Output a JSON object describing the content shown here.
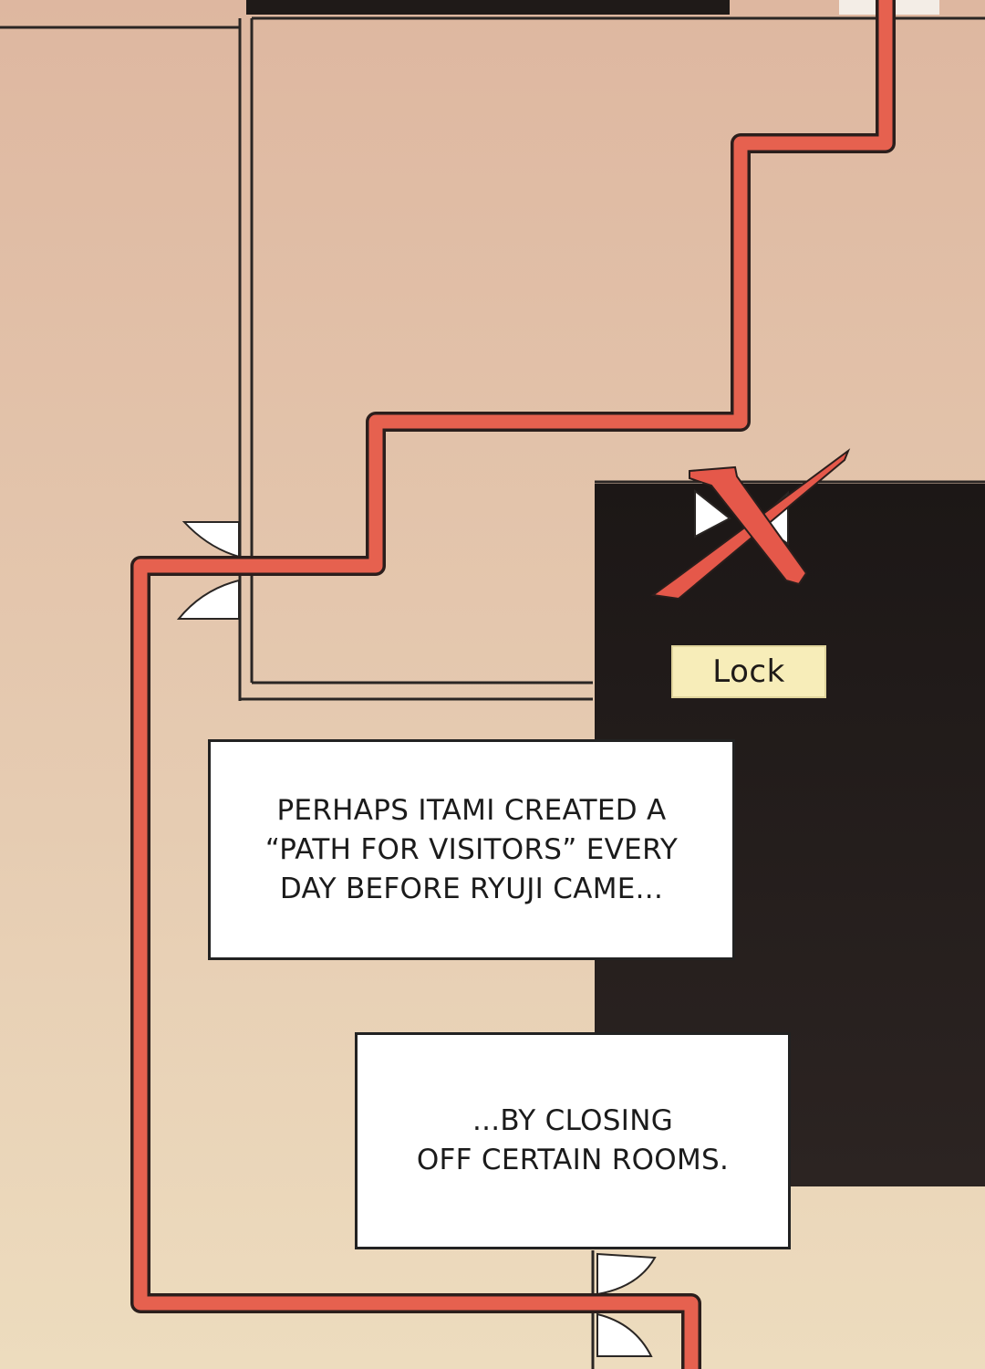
{
  "lock": {
    "label": "Lock"
  },
  "captions": [
    {
      "lines": [
        "PERHAPS ITAMI CREATED A",
        "“PATH FOR VISITORS” EVERY",
        "DAY BEFORE RYUJI CAME..."
      ]
    },
    {
      "lines": [
        "...BY CLOSING",
        "OFF CERTAIN ROOMS."
      ]
    }
  ],
  "colors": {
    "background_top": "#deb8a0",
    "background_bottom": "#eddcbd",
    "path": "#e6614f",
    "wall": "#2a2624",
    "locked_room": "#231c1a",
    "door": "#ffffff",
    "lock_label_bg": "#f7edb9"
  },
  "icons": {
    "locked_mark": "x-mark-icon"
  }
}
